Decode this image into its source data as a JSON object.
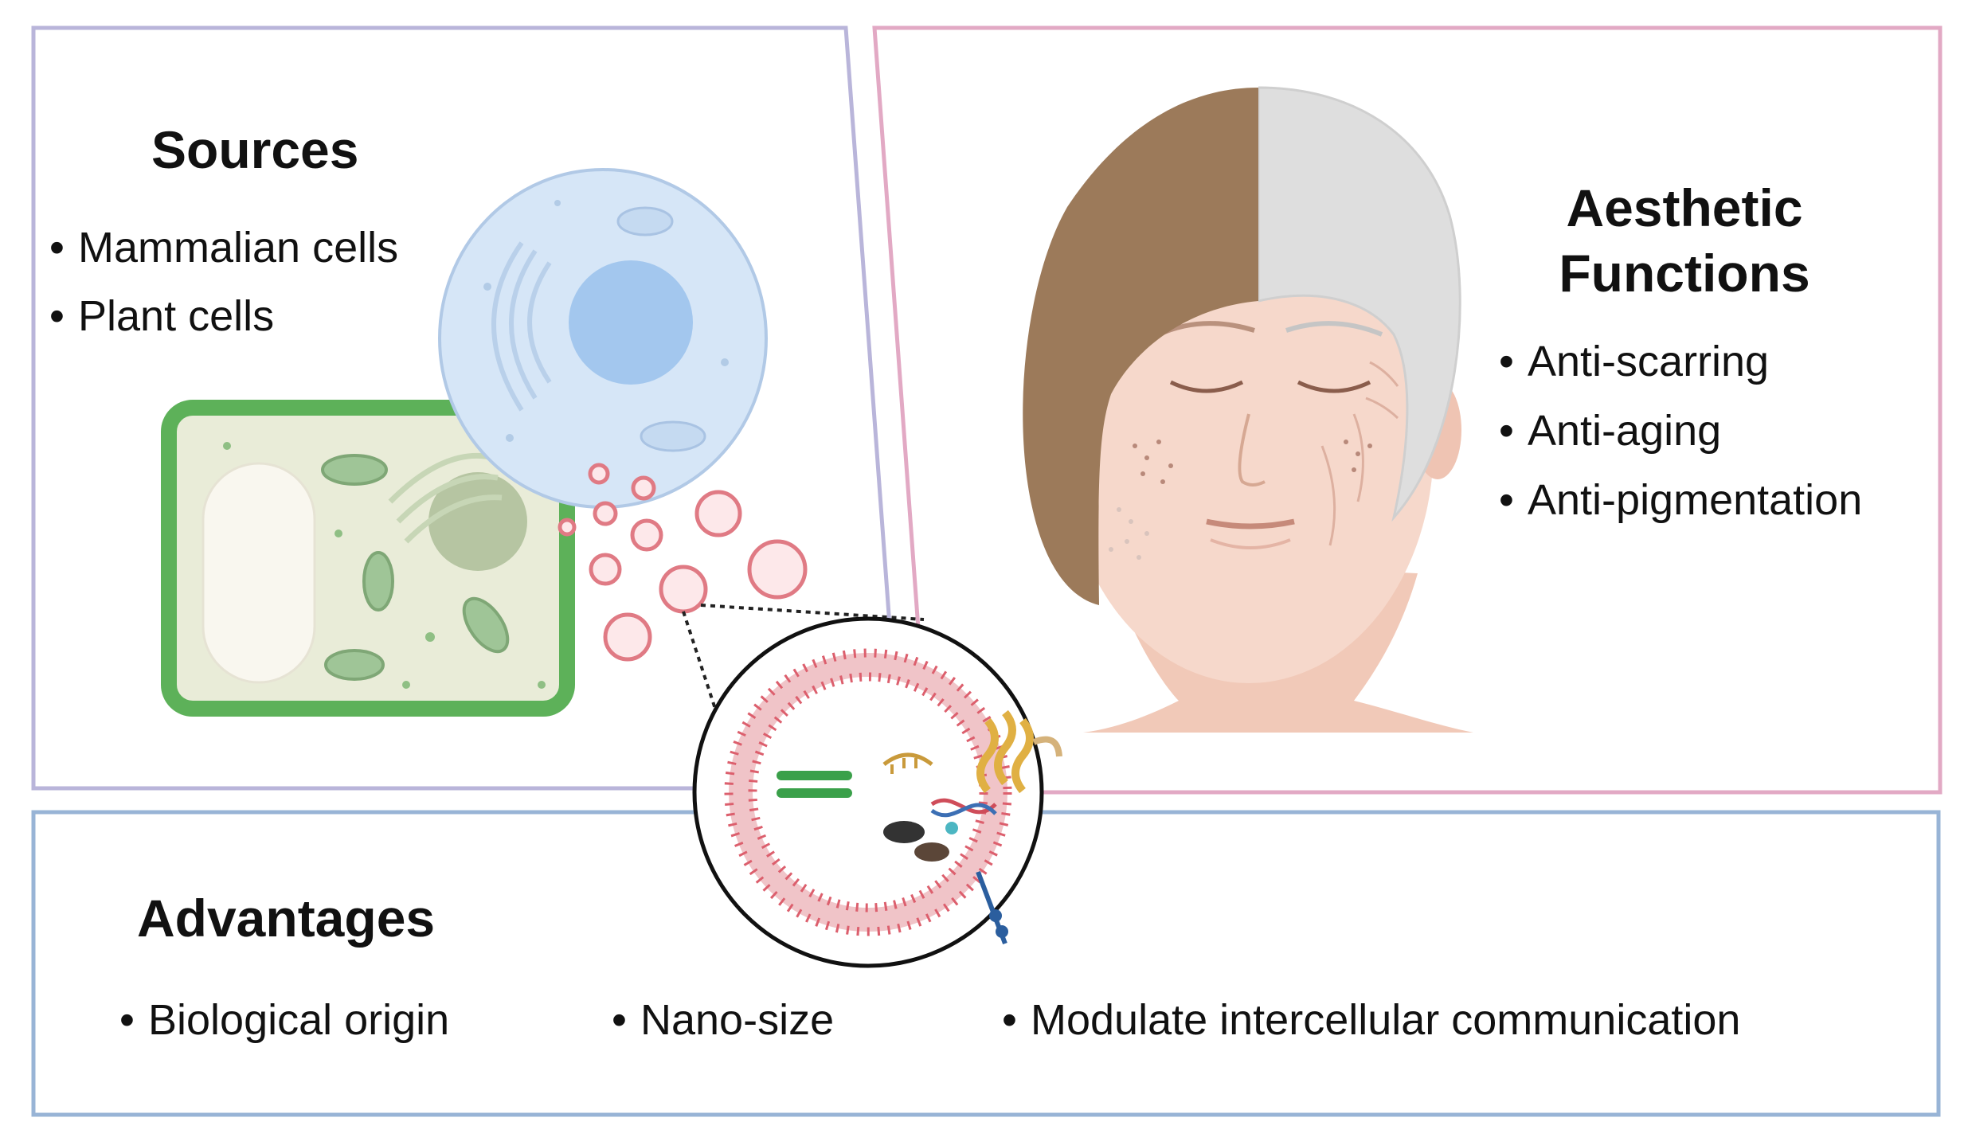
{
  "sources": {
    "title": "Sources",
    "items": [
      "Mammalian cells",
      "Plant cells"
    ]
  },
  "aesthetic": {
    "title_line1": "Aesthetic",
    "title_line2": "Functions",
    "items": [
      "Anti-scarring",
      "Anti-aging",
      "Anti-pigmentation"
    ]
  },
  "advantages": {
    "title": "Advantages",
    "items": [
      "Biological origin",
      "Nano-size",
      "Modulate intercellular communication"
    ]
  },
  "bullet": "•",
  "colors": {
    "sources_border": "#b9b5da",
    "aesthetic_border": "#e2a9c4",
    "advantages_border": "#98b4d6",
    "plant_wall": "#5db159",
    "plant_cytoplasm": "#e9ecd8",
    "mammal_cell": "#d6e6f7",
    "mammal_nucleus": "#a3c7ee",
    "vesicle": "#e07a84",
    "hair_young": "#9c7a5a",
    "hair_old": "#dedede",
    "skin": "#f6d8cb"
  }
}
